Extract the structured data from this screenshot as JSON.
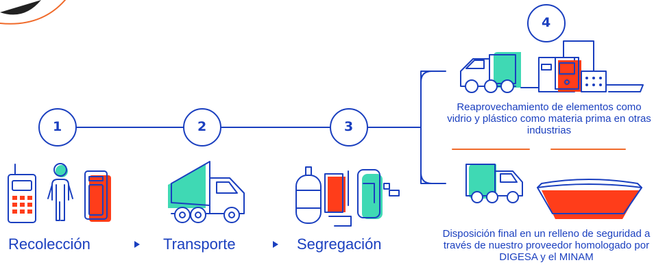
{
  "steps": [
    {
      "number": "1",
      "label": "Recolección"
    },
    {
      "number": "2",
      "label": "Transporte"
    },
    {
      "number": "3",
      "label": "Segregación"
    },
    {
      "number": "4"
    }
  ],
  "outcomes": {
    "reuse": "Reaprovechamiento de elementos como vidrio y plástico como materia prima en otras industrias",
    "disposal": "Disposición final en un relleno de seguridad a través de nuestro proveedor homologado por DIGESA y el MINAM"
  },
  "colors": {
    "blue": "#1a3fbf",
    "teal": "#3fd9b4",
    "red": "#ff3d1a",
    "orange": "#f06a2a"
  }
}
